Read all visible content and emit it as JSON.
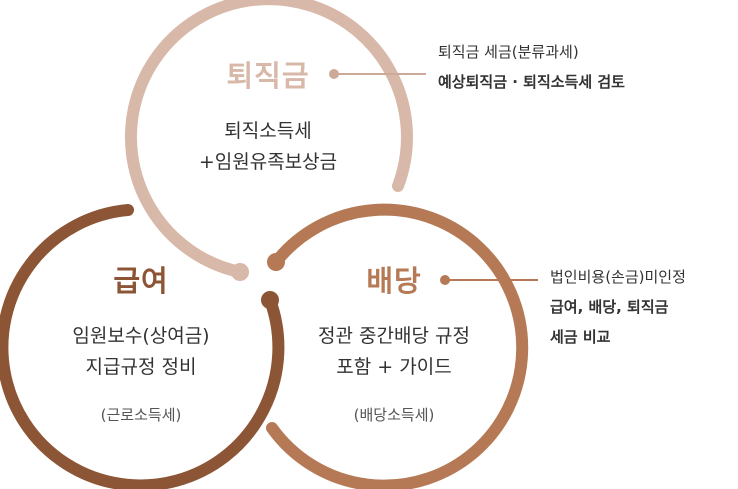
{
  "colors": {
    "retirement": "#d8b8a8",
    "salary": "#8c5535",
    "dividend": "#b57a55",
    "connector": "#cdaa98"
  },
  "circles": {
    "retirement": {
      "title": "퇴직금",
      "lines": [
        "퇴직소득세",
        "+임원유족보상금"
      ]
    },
    "salary": {
      "title": "급여",
      "lines": [
        "임원보수(상여금)",
        "지급규정 정비"
      ],
      "sub": "(근로소득세)"
    },
    "dividend": {
      "title": "배당",
      "lines": [
        "정관 중간배당 규정",
        "포함 + 가이드"
      ],
      "sub": "(배당소득세)"
    }
  },
  "notes": {
    "retirement": [
      "퇴직금 세금(분류과세)",
      "예상퇴직금 · 퇴직소득세 검토"
    ],
    "dividend": [
      "법인비용(손금)미인정",
      "급여, 배당, 퇴직금",
      "세금 비교"
    ]
  }
}
